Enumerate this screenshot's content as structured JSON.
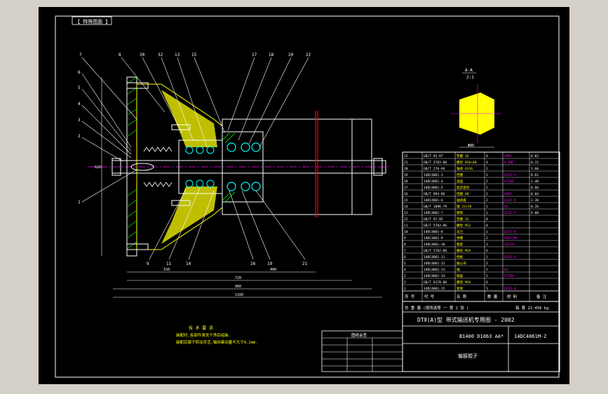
{
  "drawing": {
    "tag_label": "【 特殊图面 】",
    "title_block": {
      "standard_line": "DTⅡ(A)型  带式输送机专用图 - 2002",
      "spec": "B1400 D1063 AA*",
      "drawing_no": "14DC4061M-2",
      "part_name": "偏振辊子",
      "weight_line_left": "总  重  量 (按所选零 一 第 2 张 )",
      "weight_line_right": "每 套 22.456 kg",
      "header_cols": [
        "序 号",
        "代  号",
        "名  称",
        "数 量",
        "材  料",
        "备 注"
      ]
    },
    "part_list_rows": [
      {
        "no": "22",
        "code": "GB/T 93-87",
        "name": "垫圈 16",
        "qty": "4",
        "mat": "65Mn",
        "note": "0.02"
      },
      {
        "no": "21",
        "code": "GB/T 5783-86",
        "name": "螺栓 M16×40",
        "qty": "4",
        "mat": "8.8级",
        "note": "0.15"
      },
      {
        "no": "20",
        "code": "GB/T 276-94",
        "name": "轴承 6316",
        "qty": "2",
        "mat": "",
        "note": "3.60"
      },
      {
        "no": "19",
        "code": "14DC4061-3",
        "name": "挡圈",
        "qty": "2",
        "mat": "Q235-A",
        "note": "0.62"
      },
      {
        "no": "18",
        "code": "14DC4061-4",
        "name": "透盖",
        "qty": "2",
        "mat": "HT200",
        "note": "1.40"
      },
      {
        "no": "17",
        "code": "14DC4061-5",
        "name": "迷宫密封",
        "qty": "2",
        "mat": "",
        "note": "0.86"
      },
      {
        "no": "16",
        "code": "GB/T 894-86",
        "name": "挡圈 80",
        "qty": "2",
        "mat": "65Mn",
        "note": "0.04"
      },
      {
        "no": "15",
        "code": "14DC4061-6",
        "name": "轴承座",
        "qty": "2",
        "mat": "Q235-A",
        "note": "2.30"
      },
      {
        "no": "14",
        "code": "GB/T 1096-79",
        "name": "键 22×70",
        "qty": "1",
        "mat": "45",
        "note": "0.26"
      },
      {
        "no": "13",
        "code": "14DC4061-7",
        "name": "辊筒",
        "qty": "1",
        "mat": "Q235-A",
        "note": "9.80"
      },
      {
        "no": "12",
        "code": "GB/T 97-85",
        "name": "垫圈 12",
        "qty": "8",
        "mat": "",
        "note": ""
      },
      {
        "no": "11",
        "code": "GB/T 5783-86",
        "name": "螺栓 M12",
        "qty": "8",
        "mat": "",
        "note": ""
      },
      {
        "no": "10",
        "code": "14DC4061-8",
        "name": "法兰",
        "qty": "1",
        "mat": "Q235-A",
        "note": ""
      },
      {
        "no": "9",
        "code": "14DC4061-9",
        "name": "弹簧",
        "qty": "2",
        "mat": "60Si2Mn",
        "note": ""
      },
      {
        "no": "8",
        "code": "14DC4061-10",
        "name": "锥套",
        "qty": "1",
        "mat": "ZG270",
        "note": ""
      },
      {
        "no": "7",
        "code": "GB/T 5782-86",
        "name": "螺栓 M16",
        "qty": "6",
        "mat": "",
        "note": ""
      },
      {
        "no": "6",
        "code": "14DC4061-11",
        "name": "挡板",
        "qty": "1",
        "mat": "Q235-A",
        "note": ""
      },
      {
        "no": "5",
        "code": "14DC4061-12",
        "name": "偏心块",
        "qty": "2",
        "mat": "",
        "note": ""
      },
      {
        "no": "4",
        "code": "14DC4061-13",
        "name": "轴",
        "qty": "1",
        "mat": "45",
        "note": ""
      },
      {
        "no": "3",
        "code": "14DC4061-14",
        "name": "端盖",
        "qty": "1",
        "mat": "HT200",
        "note": ""
      },
      {
        "no": "2",
        "code": "GB/T 6170-86",
        "name": "螺母 M16",
        "qty": "6",
        "mat": "",
        "note": ""
      },
      {
        "no": "1",
        "code": "14DC4061-15",
        "name": "套筒",
        "qty": "1",
        "mat": "Q235-A",
        "note": ""
      }
    ],
    "section_label": "A-A",
    "section_scale": "2:1",
    "section_dim": "Φ80",
    "part_numbers_top": [
      "7",
      "8",
      "30",
      "32",
      "13",
      "15",
      "17",
      "18",
      "20",
      "22"
    ],
    "part_numbers_left": [
      "6",
      "5",
      "4",
      "3",
      "2",
      "1"
    ],
    "part_numbers_bottom": [
      "9",
      "11",
      "14",
      "16",
      "19",
      "21"
    ],
    "dims": [
      "150",
      "720",
      "960",
      "1160",
      "400",
      "620"
    ],
    "notes_title": "技 术 要 求",
    "notes": [
      "装配时,各部件清洗干净后组装.",
      "装配后辊子转动灵活,轴向窜动量不大于0.2mm."
    ],
    "stamp_title": "图纸会签",
    "colors": {
      "bg": "#000000",
      "frame": "#ffffff",
      "section": "#ffff00",
      "center": "#ff00ff",
      "hatch": "#00ff00",
      "dim": "#00ffff",
      "redline": "#ff0000"
    }
  }
}
